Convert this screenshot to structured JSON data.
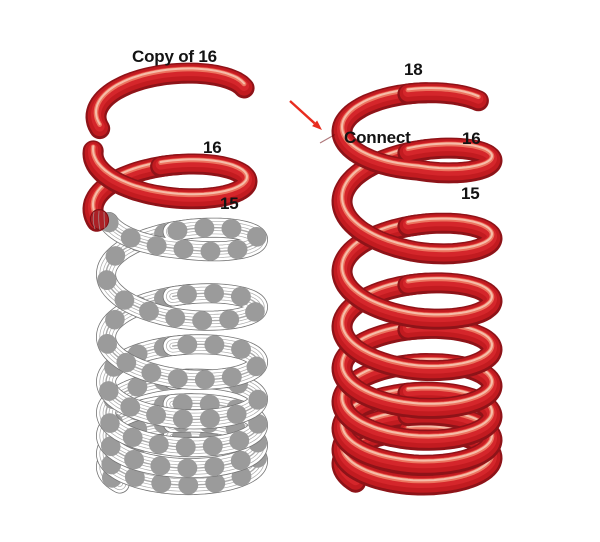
{
  "illustration": {
    "left_spring": {
      "copy_label": "Copy of 16",
      "label_16": "16",
      "label_15": "15"
    },
    "right_spring": {
      "label_18": "18",
      "connect_label": "Connect",
      "label_16": "16",
      "label_15": "15"
    }
  },
  "colors": {
    "background": "#ffffff",
    "label": "#131313",
    "tube_outline": "#8e1318",
    "tube_main": "#c21b20",
    "tube_bright": "#d5262b",
    "tube_highlight": "#ec7560",
    "tube_specular": "#f6bda9",
    "cap_face": "#ab2126",
    "cap_face_edge": "#7c0e13",
    "wire_outline": "#757575",
    "wire_inner": "#a9a9a9",
    "wire_rib": "#9b9b9b",
    "wire_fill": "#ffffff",
    "arrow": "#e82c1f",
    "seam": "#6e0a0e"
  }
}
